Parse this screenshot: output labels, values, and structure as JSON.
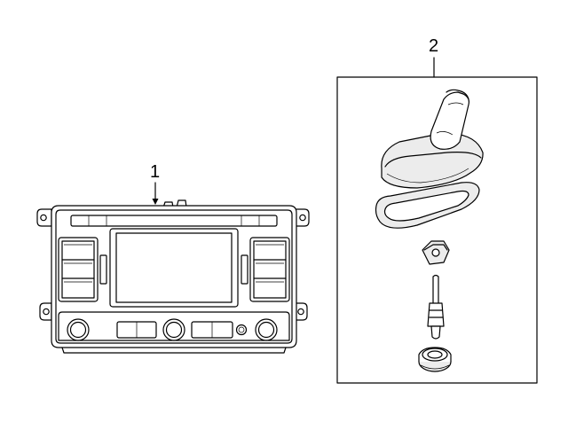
{
  "diagram": {
    "parts": [
      {
        "callout": "1",
        "part": "radio-head-unit"
      },
      {
        "callout": "2",
        "part": "roof-antenna-assembly"
      }
    ]
  },
  "colors": {
    "line": "#000000",
    "background": "#ffffff",
    "shade": "#ececec"
  }
}
